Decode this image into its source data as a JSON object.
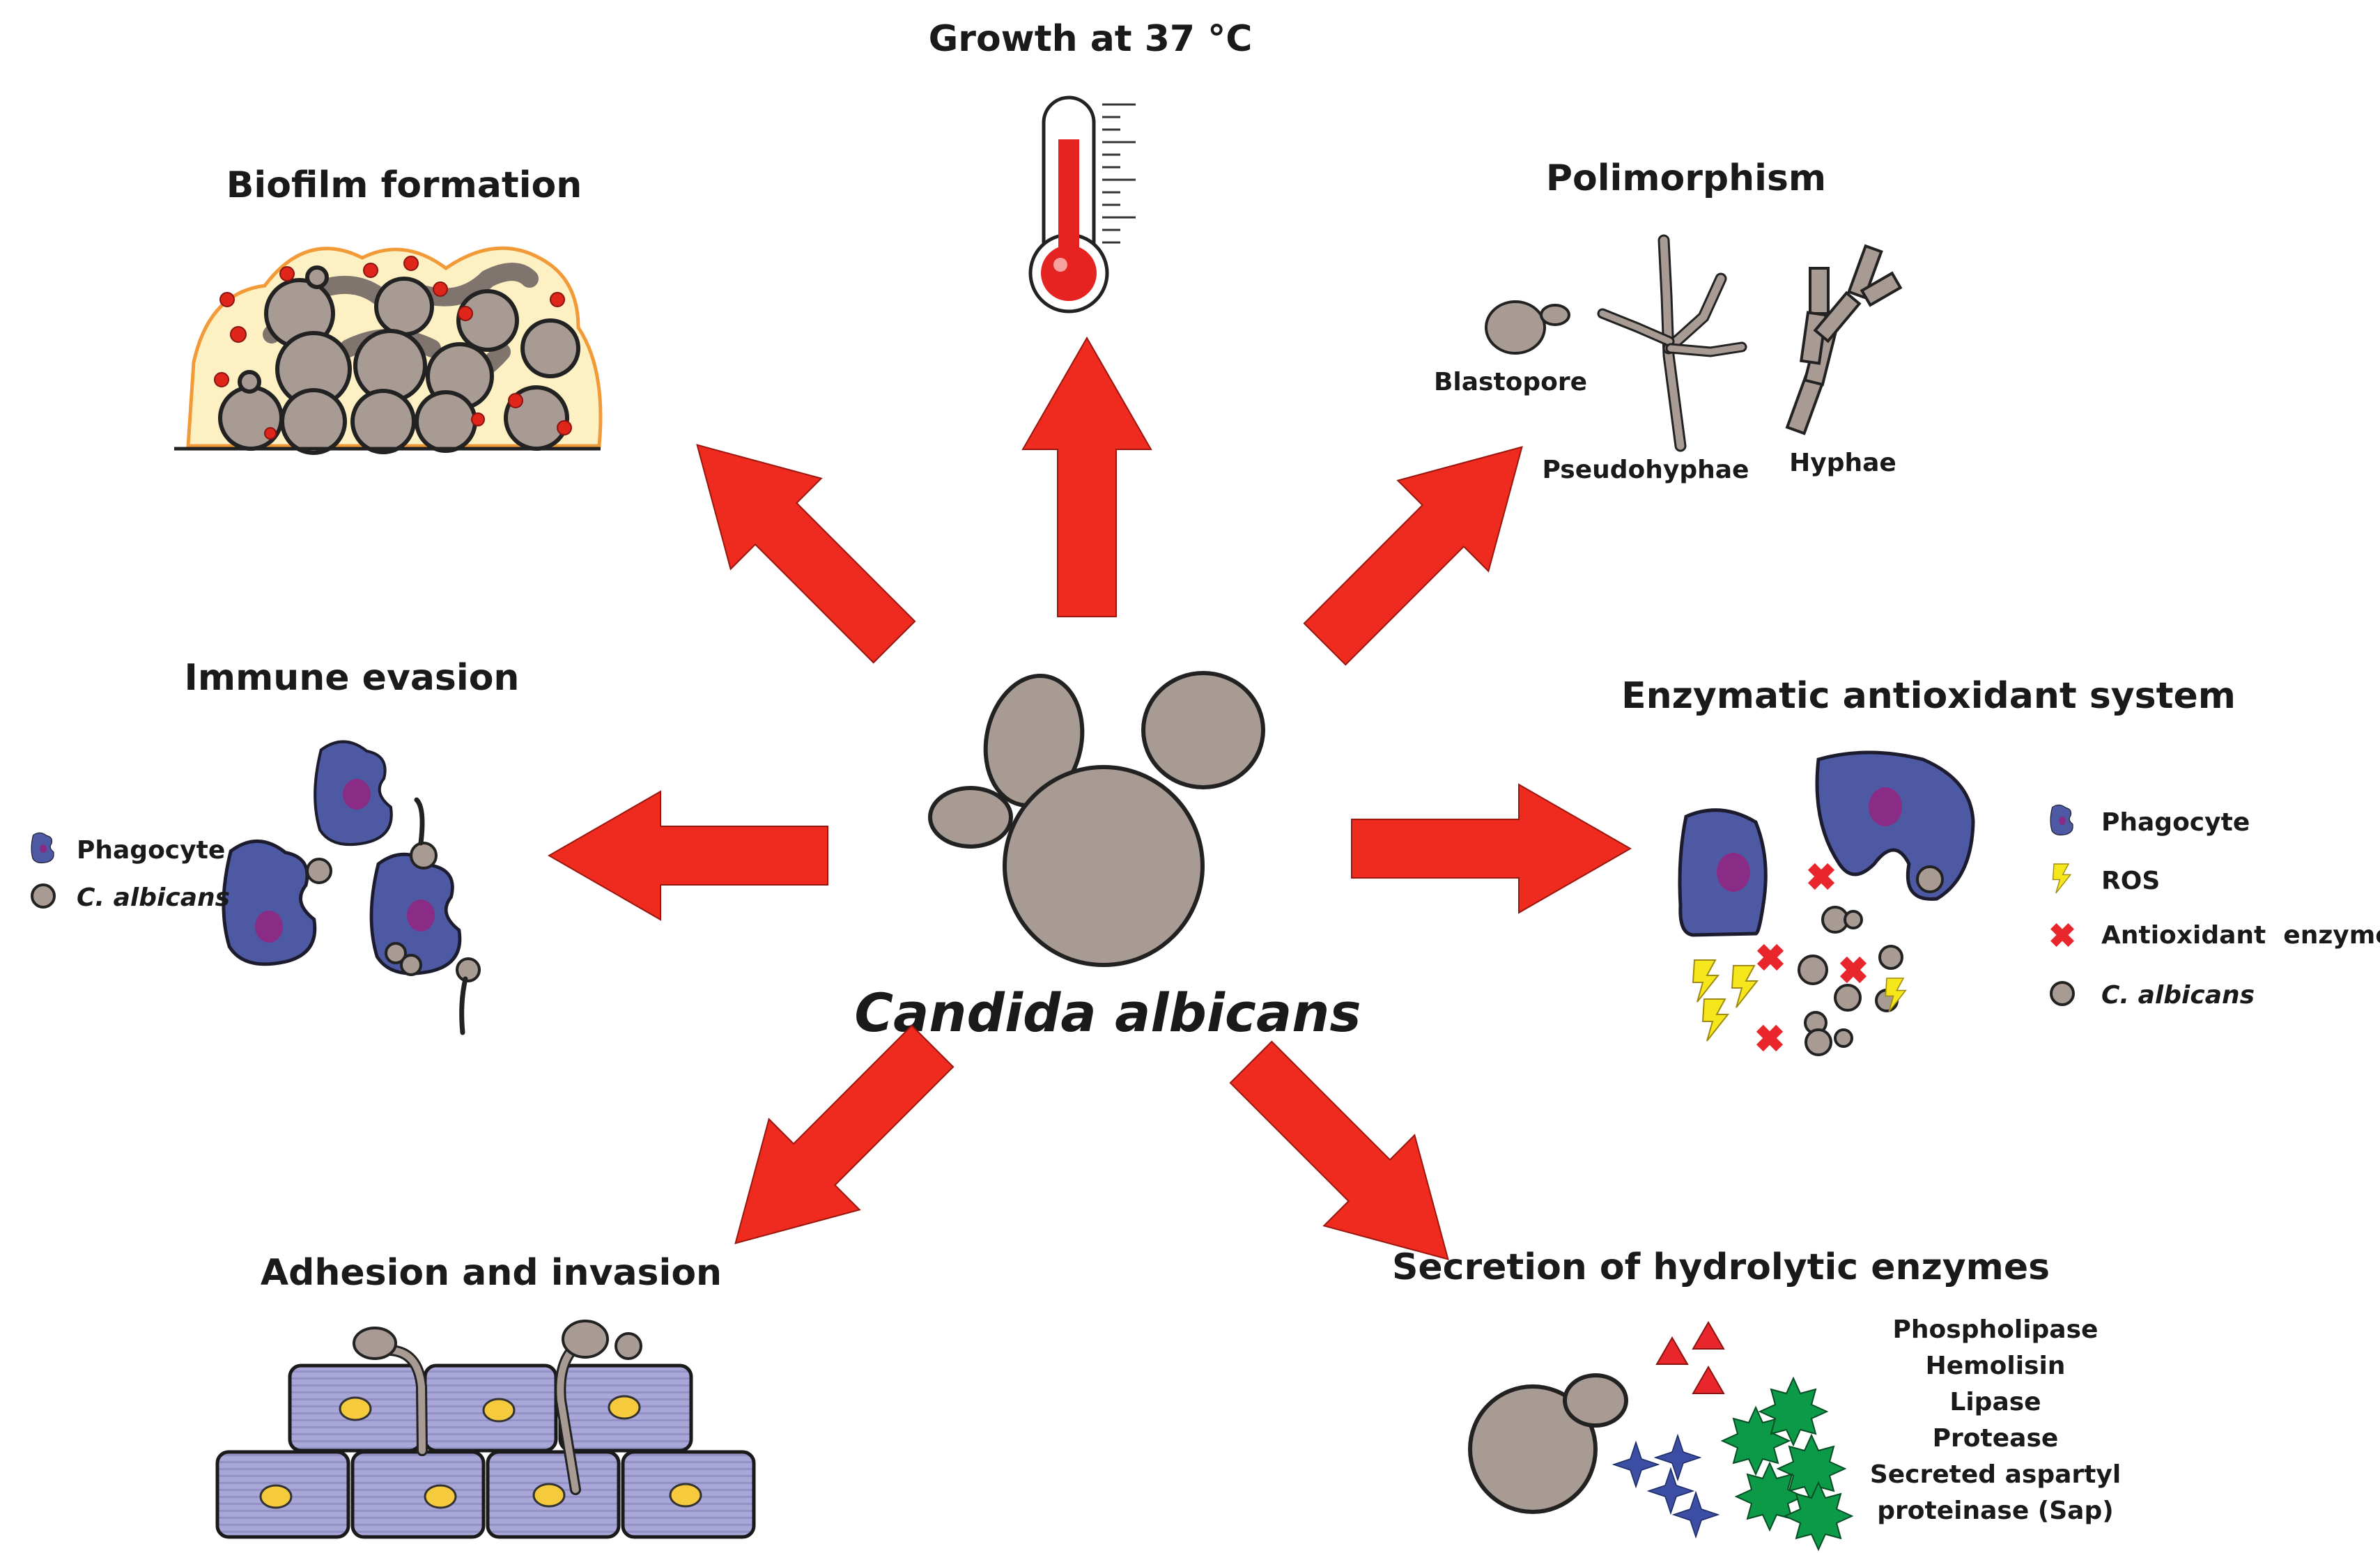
{
  "center": {
    "label": "Candida albicans"
  },
  "sections": {
    "growth": {
      "title": "Growth at 37 °C"
    },
    "biofilm": {
      "title": "Biofilm formation"
    },
    "polymorphism": {
      "title": "Polimorphism",
      "labels": {
        "blastopore": "Blastopore",
        "pseudohyphae": "Pseudohyphae",
        "hyphae": "Hyphae"
      }
    },
    "immune": {
      "title": "Immune evasion",
      "legend": [
        {
          "icon": "phagocyte-icon",
          "label": "Phagocyte"
        },
        {
          "icon": "c-albicans-cell-icon",
          "label": "C. albicans"
        }
      ]
    },
    "antioxidant": {
      "title": "Enzymatic antioxidant system",
      "legend": [
        {
          "icon": "phagocyte-icon",
          "label": "Phagocyte"
        },
        {
          "icon": "lightning-icon",
          "label": "ROS"
        },
        {
          "icon": "x-mark-icon",
          "label": "Antioxidant  enzymes"
        },
        {
          "icon": "c-albicans-cell-icon",
          "label": "C. albicans"
        }
      ]
    },
    "adhesion": {
      "title": "Adhesion and invasion"
    },
    "hydrolytic": {
      "title": "Secretion of hydrolytic enzymes",
      "enzymes": [
        "Phospholipase",
        "Hemolisin",
        "Lipase",
        "Protease",
        "Secreted aspartyl",
        "proteinase (Sap)"
      ]
    }
  },
  "colors": {
    "arrow": "#ef2a1e",
    "cell": "#a89b94",
    "phagocyte": "#4d5aa3",
    "nucleus": "#8a2c86",
    "biofilm_matrix": "#fdf0c3",
    "biofilm_border": "#f29a38",
    "epithelium": "#a9a6d8",
    "thermometer_fill": "#e52421",
    "ros": "#f6e71d",
    "antioxidant_x": "#e8262c",
    "enzyme_triangle": "#e8262c",
    "enzyme_star": "#0d9a48",
    "enzyme_sparkle": "#3b4ea3"
  }
}
